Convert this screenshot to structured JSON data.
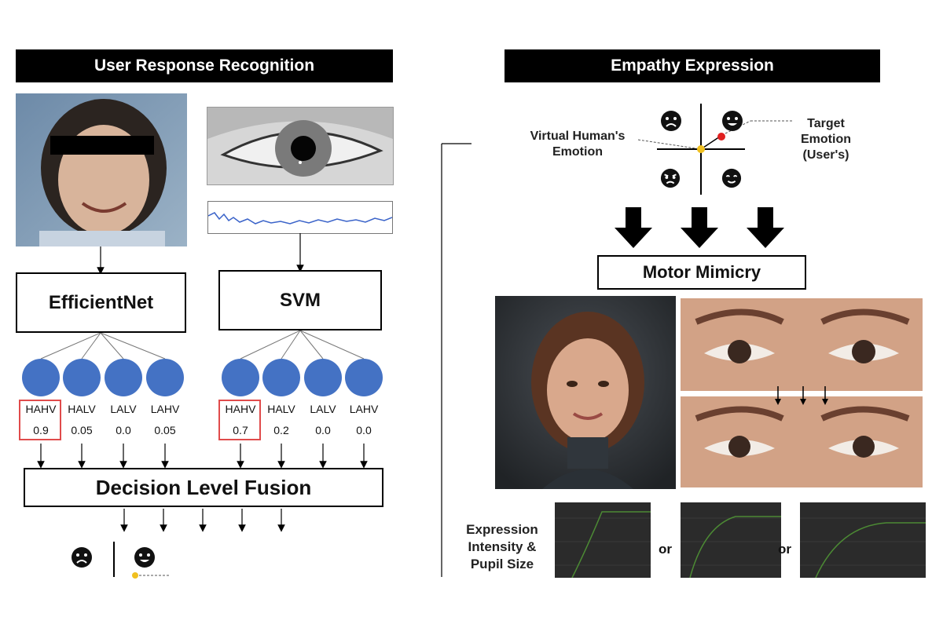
{
  "headers": {
    "left": "User Response Recognition",
    "right": "Empathy Expression"
  },
  "models": {
    "face_model": "EfficientNet",
    "eye_model": "SVM"
  },
  "classes": [
    "HAHV",
    "HALV",
    "LALV",
    "LAHV"
  ],
  "face_scores": [
    "0.9",
    "0.05",
    "0.0",
    "0.05"
  ],
  "eye_scores": [
    "0.7",
    "0.2",
    "0.0",
    "0.0"
  ],
  "fusion_label": "Decision Level Fusion",
  "emotion_labels": {
    "virtual_human": "Virtual Human's Emotion",
    "target": "Target Emotion (User's)"
  },
  "motor_mimicry": "Motor Mimicry",
  "curve_label": "Expression Intensity & Pupil Size",
  "or_label": "or",
  "colors": {
    "node_blue": "#4472c4",
    "highlight_red": "#e04b4b",
    "target_dot": "#e02020",
    "center_dot": "#f0c020",
    "curve_green": "#4c8a34"
  },
  "icons": [
    "sad-face-icon",
    "happy-face-icon",
    "angry-face-icon",
    "calm-face-icon",
    "down-arrow-icon"
  ]
}
